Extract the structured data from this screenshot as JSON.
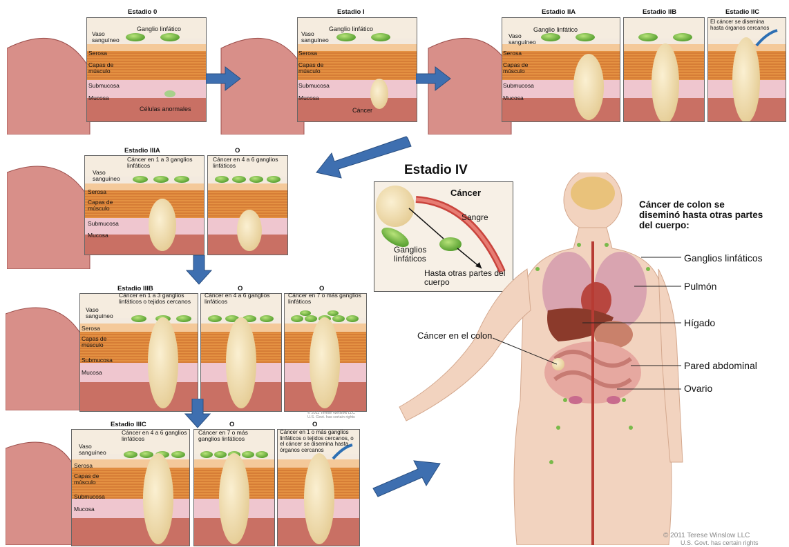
{
  "colors": {
    "arrow": "#3e6fb0",
    "muscle": "#e08a3c",
    "serosa": "#f4c99a",
    "submucosa": "#efc6cf",
    "mucosa": "#c97064",
    "tumor": "#f1ddb0",
    "node": "#7cc443",
    "colon": "#d48a86",
    "body": "#f2d3bf"
  },
  "row1": {
    "stage0": {
      "title": "Estadio 0",
      "labels": [
        "Vaso sanguíneo",
        "Serosa",
        "Capas de músculo",
        "Submucosa",
        "Mucosa"
      ],
      "top_label": "Ganglio linfático",
      "bottom_label": "Células anormales"
    },
    "stage1": {
      "title": "Estadio I",
      "labels": [
        "Vaso sanguíneo",
        "Serosa",
        "Capas de músculo",
        "Submucosa",
        "Mucosa"
      ],
      "top_label": "Ganglio linfático",
      "bottom_label": "Cáncer"
    },
    "stage2a": {
      "title": "Estadio IIA",
      "labels": [
        "Vaso sanguíneo",
        "Serosa",
        "Capas de músculo",
        "Submucosa",
        "Mucosa"
      ],
      "top_label": "Ganglio linfático"
    },
    "stage2b": {
      "title": "Estadio IIB"
    },
    "stage2c": {
      "title": "Estadio IIC",
      "note": "El cáncer se disemina hasta órganos cercanos"
    }
  },
  "row2": {
    "stage3a": {
      "title": "Estadio IIIA",
      "labels": [
        "Vaso sanguíneo",
        "Serosa",
        "Capas de músculo",
        "Submucosa",
        "Mucosa"
      ],
      "note": "Cáncer en 1 a 3 ganglios linfáticos"
    },
    "or": "O",
    "alt_note": "Cáncer en 4 a 6 ganglios linfáticos"
  },
  "row3": {
    "stage3b": {
      "title": "Estadio IIIB",
      "labels": [
        "Vaso sanguíneo",
        "Serosa",
        "Capas de músculo",
        "Submucosa",
        "Mucosa"
      ],
      "note": "Cáncer en 1 a 3 ganglios linfáticos o tejidos cercanos"
    },
    "or": "O",
    "alt_note_1": "Cáncer en 4 a 6 ganglios linfáticos",
    "alt_note_2": "Cáncer en 7 o más ganglios linfáticos"
  },
  "row4": {
    "stage3c": {
      "title": "Estadio IIIC",
      "labels": [
        "Vaso sanguíneo",
        "Serosa",
        "Capas de músculo",
        "Submucosa",
        "Mucosa"
      ],
      "note": "Cáncer en 4 a 6 ganglios linfáticos"
    },
    "or": "O",
    "alt_note_1": "Cáncer en 7 o más ganglios linfáticos",
    "alt_note_2": "Cáncer en 1 o más ganglios linfáticos o tejidos cercanos, o el cáncer se disemina hasta órganos cercanos"
  },
  "stage4": {
    "title": "Estadio IV",
    "inset": {
      "cancer": "Cáncer",
      "blood": "Sangre",
      "nodes": "Ganglios linfáticos",
      "spread": "Hasta otras partes del cuerpo"
    },
    "heading": "Cáncer de colon se diseminó hasta otras partes del cuerpo:",
    "colon_label": "Cáncer en el colon",
    "organs": [
      "Ganglios linfáticos",
      "Pulmón",
      "Hígado",
      "Pared abdominal",
      "Ovario"
    ]
  },
  "copyright": {
    "panel_line1": "© 2011 Terese Winslow LLC",
    "panel_line2": "U.S. Govt. has certain rights",
    "main_line1": "© 2011 Terese Winslow LLC",
    "main_line2": "U.S. Govt. has certain rights"
  }
}
